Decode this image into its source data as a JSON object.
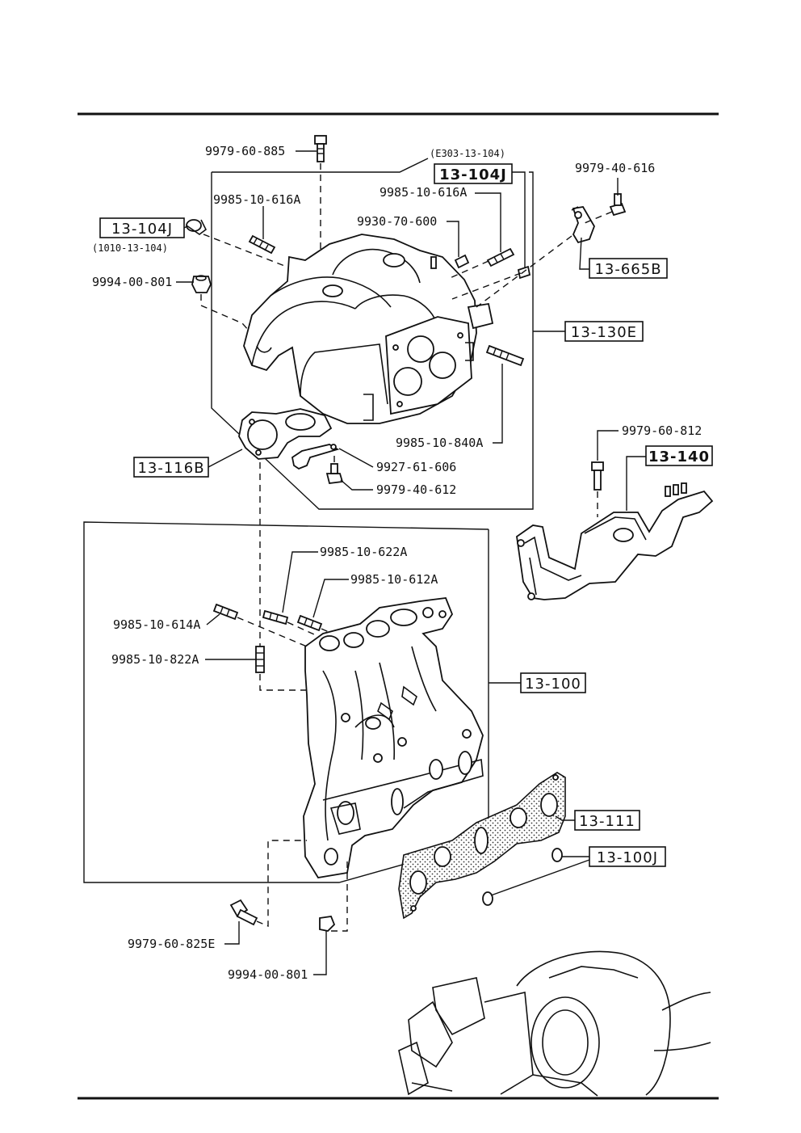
{
  "callouts": {
    "c_133": "(E303-13-104)",
    "c_104j_top": "13-104J",
    "c_104j_left": "13-104J",
    "c_1010": "(1010-13-104)",
    "c_665b": "13-665B",
    "c_130e": "13-130E",
    "c_116b": "13-116B",
    "c_140": "13-140",
    "c_100": "13-100",
    "c_111": "13-111",
    "c_100j": "13-100J"
  },
  "part_numbers": {
    "p_885": "9979-60-885",
    "p_616a_l": "9985-10-616A",
    "p_616a_r": "9985-10-616A",
    "p_600": "9930-70-600",
    "p_616": "9979-40-616",
    "p_801_top": "9994-00-801",
    "p_840a": "9985-10-840A",
    "p_606": "9927-61-606",
    "p_612": "9979-40-612",
    "p_812": "9979-60-812",
    "p_622a": "9985-10-622A",
    "p_612a": "9985-10-612A",
    "p_614a": "9985-10-614A",
    "p_822a": "9985-10-822A",
    "p_825e": "9979-60-825E",
    "p_801_bot": "9994-00-801"
  }
}
